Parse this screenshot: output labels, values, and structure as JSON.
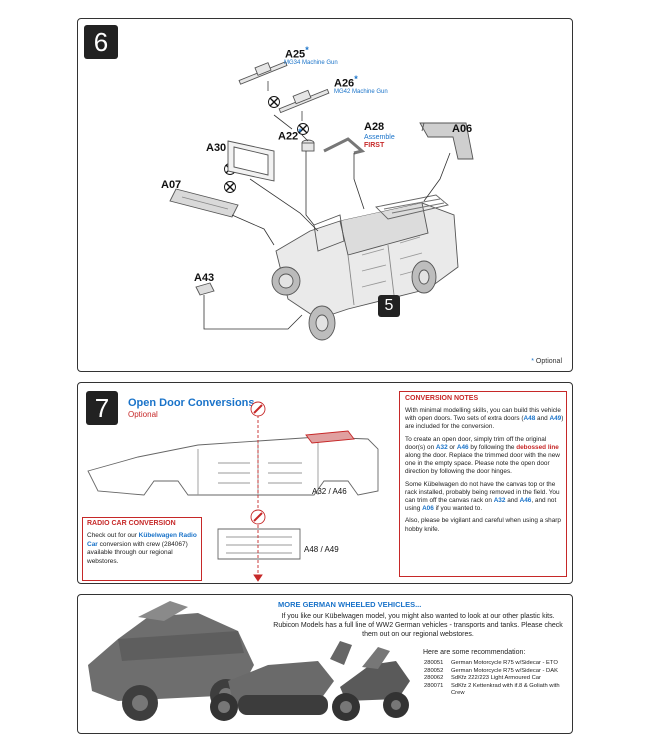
{
  "step6": {
    "number": "6",
    "sub_step": "5",
    "optional_note": "Optional",
    "optional_star": "*",
    "parts": [
      {
        "id": "A25",
        "star": "*",
        "name": "MG34 Machine Gun"
      },
      {
        "id": "A26",
        "star": "*",
        "name": "MG42 Machine Gun"
      },
      {
        "id": "A22",
        "star": "*"
      },
      {
        "id": "A28",
        "note": "Assemble",
        "note_emphasis": "FIRST"
      },
      {
        "id": "A06"
      },
      {
        "id": "A30"
      },
      {
        "id": "A07"
      },
      {
        "id": "A43"
      }
    ]
  },
  "step7": {
    "number": "7",
    "title": "Open Door Conversions",
    "subtitle": "Optional",
    "door_labels": [
      "A32 / A46",
      "A48 / A49"
    ],
    "radio_car": {
      "title": "RADIO CAR CONVERSION",
      "text_1": "Check out for our",
      "link_1": "Kübelwagen",
      "link_2": "Radio Car",
      "text_2": "conversion with crew (284067) available through our regional webstores."
    },
    "conversion_notes": {
      "title": "CONVERSION NOTES",
      "p1_a": "With minimal modelling skills, you can build this vehicle with open doors.  Two sets of extra doors (",
      "p1_ref1": "A48",
      "p1_b": " and ",
      "p1_ref2": "A49",
      "p1_c": ") are included for the conversion.",
      "p2_a": "To create an open door, simply trim off the original door(s) on ",
      "p2_ref1": "A32",
      "p2_b": " or ",
      "p2_ref2": "A46",
      "p2_c": " by following the ",
      "p2_emph": "debossed line",
      "p2_d": " along the door.  Replace the trimmed door with the new one in the empty space.  Please note the open door direction by following the door hinges.",
      "p3_a": "Some Kübelwagen do not have the canvas top or the rack installed, probably being removed in the field.  You can trim off the canvas rack on ",
      "p3_ref1": "A32",
      "p3_b": " and ",
      "p3_ref2": "A46",
      "p3_c": ", and not using ",
      "p3_ref3": "A06",
      "p3_d": " if you wanted to.",
      "p4": "Also, please be vigilant and careful when using a sharp hobby knife."
    }
  },
  "more": {
    "title": "MORE GERMAN WHEELED VEHICLES...",
    "body": "If you like our Kübelwagen model, you might also wanted to look at our other plastic kits.  Rubicon Models has a full line of WW2 German vehicles - transports and tanks.  Please check them out on our regional webstores.",
    "rec_title": "Here are some recommendation:",
    "recommendations": [
      {
        "code": "280051",
        "name": "German Motorcycle R75 w/Sidecar - ETO"
      },
      {
        "code": "280052",
        "name": "German Motorcycle R75 w/Sidecar - DAK"
      },
      {
        "code": "280062",
        "name": "SdKfz 222/223 Light Armoured Car"
      },
      {
        "code": "280071",
        "name": "SdKfz 2 Kettenkrad with if.8 & Goliath with Crew"
      }
    ]
  },
  "colors": {
    "accent_blue": "#1a73c9",
    "accent_red": "#c62828",
    "panel_border": "#333333"
  }
}
